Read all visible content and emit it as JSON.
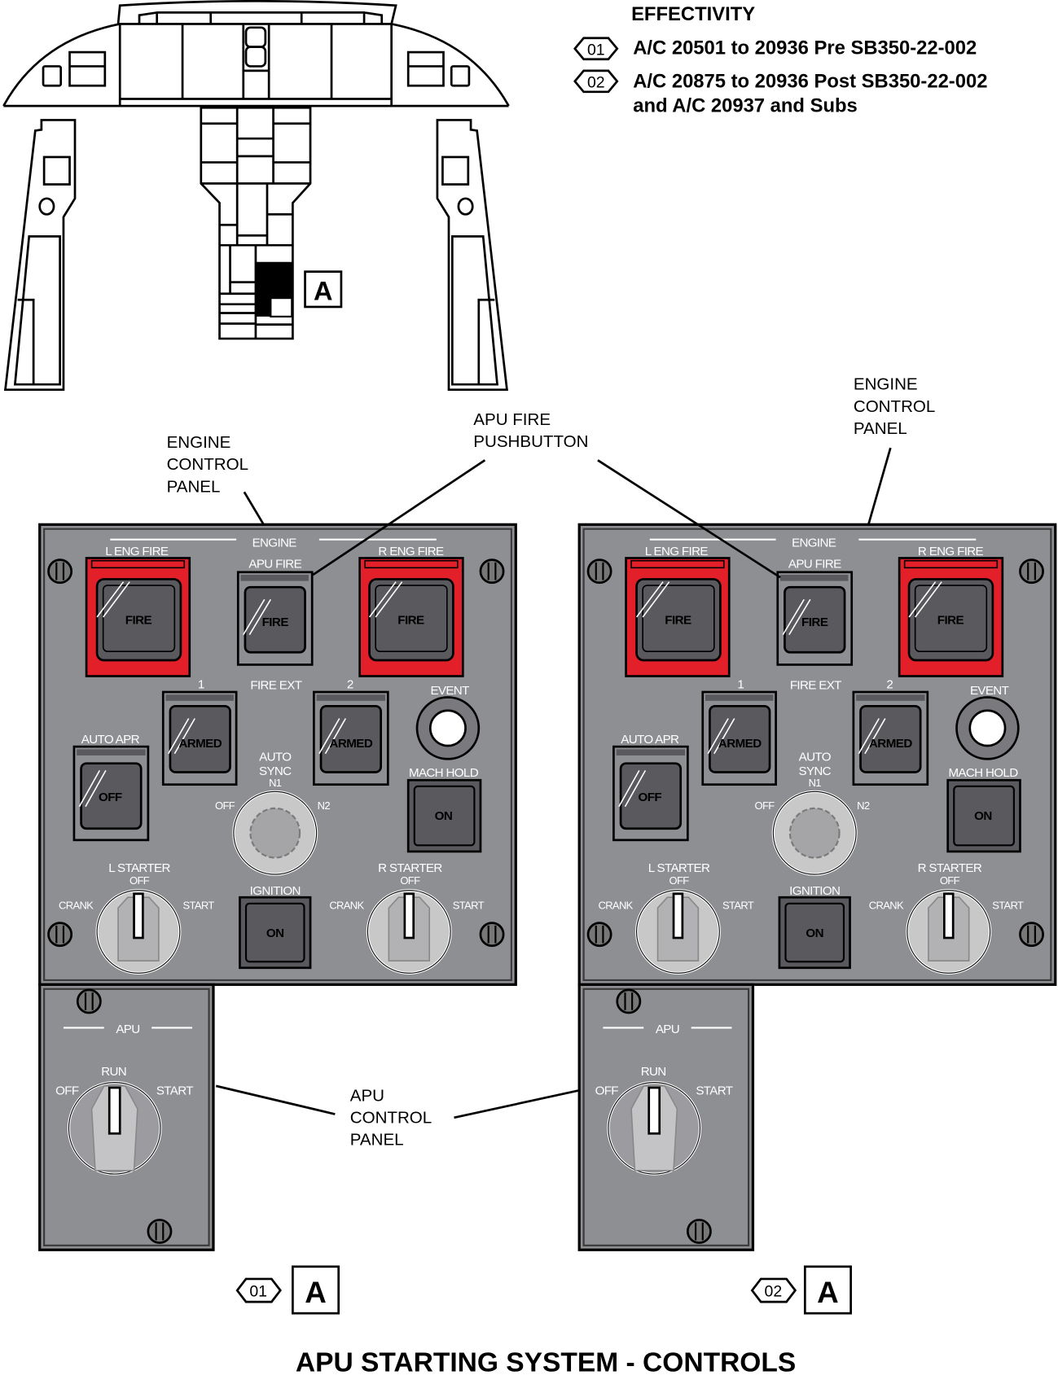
{
  "effectivity": {
    "title": "EFFECTIVITY",
    "items": [
      {
        "code": "01",
        "text": "A/C 20501 to 20936 Pre SB350-22-002"
      },
      {
        "code": "02",
        "text": "A/C 20875 to 20936 Post SB350-22-002",
        "text2": "and A/C 20937 and Subs"
      }
    ]
  },
  "locator": {
    "label": "A"
  },
  "callouts": {
    "engine_panel": [
      "ENGINE",
      "CONTROL",
      "PANEL"
    ],
    "apu_fire": [
      "APU FIRE",
      "PUSHBUTTON"
    ],
    "apu_panel": [
      "APU",
      "CONTROL",
      "PANEL"
    ]
  },
  "panel": {
    "title": "ENGINE",
    "l_eng_fire": "L ENG FIRE",
    "apu_fire": "APU FIRE",
    "r_eng_fire": "R ENG FIRE",
    "fire": "FIRE",
    "fire_ext": "FIRE EXT",
    "ext_1": "1",
    "ext_2": "2",
    "armed": "ARMED",
    "event": "EVENT",
    "auto_apr": "AUTO APR",
    "off": "OFF",
    "auto": "AUTO",
    "sync": "SYNC",
    "n1": "N1",
    "n2": "N2",
    "mach_hold": "MACH HOLD",
    "on": "ON",
    "l_starter": "L STARTER",
    "r_starter": "R STARTER",
    "crank": "CRANK",
    "start": "START",
    "ignition": "IGNITION"
  },
  "apu_panel": {
    "title": "APU",
    "run": "RUN",
    "off": "OFF",
    "start": "START"
  },
  "views": [
    {
      "code": "01",
      "label": "A"
    },
    {
      "code": "02",
      "label": "A"
    }
  ],
  "figure_title": "APU STARTING SYSTEM - CONTROLS",
  "colors": {
    "panel": "#8e8f93",
    "button": "#5a5a5e",
    "fire_guard": "#e3202a"
  }
}
